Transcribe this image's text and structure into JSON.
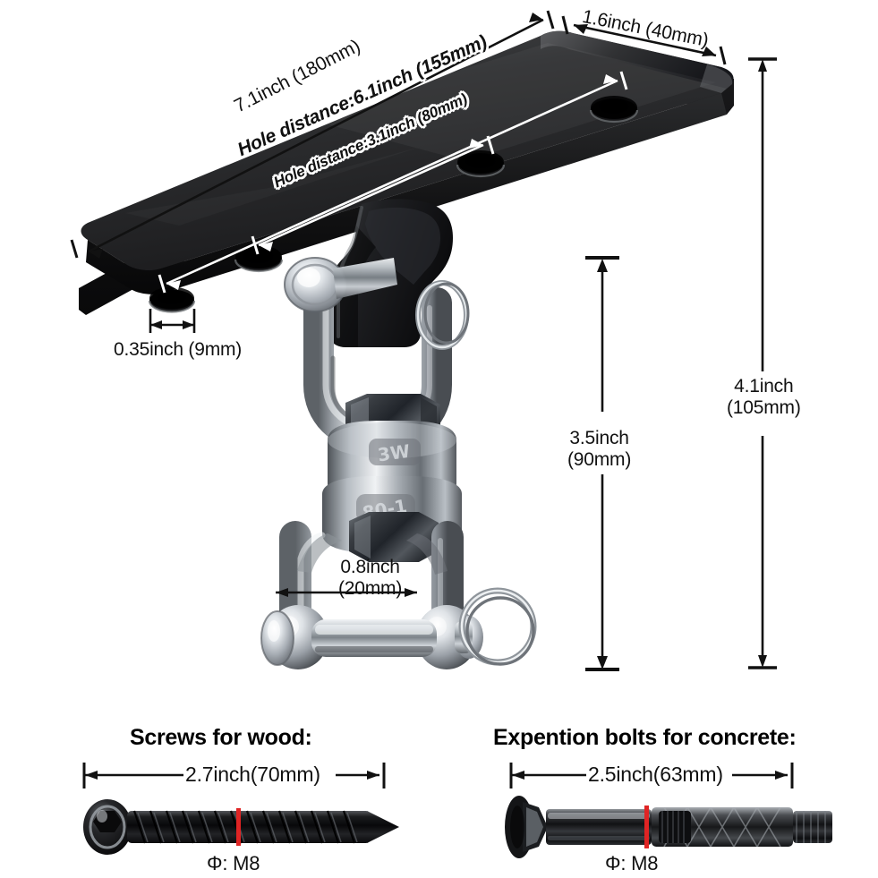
{
  "page": {
    "background_color": "#ffffff",
    "product": "ceiling swing hanger mounting plate with swivel shackle",
    "ink_color": "#111111",
    "metal_color": "#b9bdc2",
    "plate_color": "#1d1d1f",
    "accent_red": "#e02424"
  },
  "dimensions": {
    "plate_length": "7.1inch (180mm)",
    "plate_width": "1.6inch (40mm)",
    "hole_distance_long": "Hole distance:6.1inch (155mm)",
    "hole_distance_short": "Hole distance:3.1inch (80mm)",
    "hole_diameter": "0.35inch (9mm)",
    "shackle_width": "0.8inch (20mm)",
    "drop_height_inner": "3.5inch (90mm)",
    "drop_height_outer": "4.1inch (105mm)"
  },
  "hardware": {
    "wood": {
      "title": "Screws for wood:",
      "length": "2.7inch(70mm)",
      "thread": "Φ: M8"
    },
    "concrete": {
      "title": "Expention bolts for concrete:",
      "length": "2.5inch(63mm)",
      "thread": "Φ: M8"
    }
  }
}
